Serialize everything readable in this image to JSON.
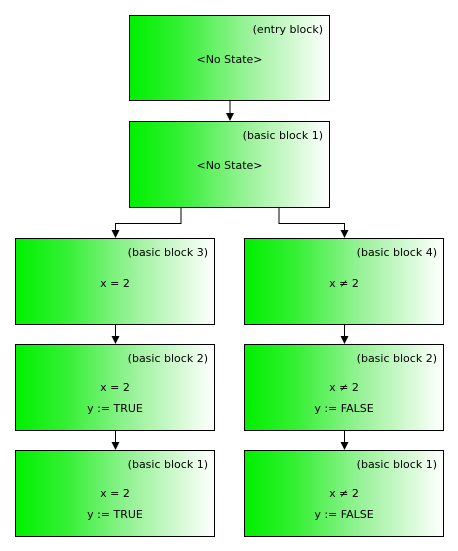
{
  "blocks": [
    {
      "id": "entry",
      "title": "(entry block)",
      "lines": [
        "<No State>"
      ]
    },
    {
      "id": "bb1_top",
      "title": "(basic block 1)",
      "lines": [
        "<No State>"
      ]
    },
    {
      "id": "bb3",
      "title": "(basic block 3)",
      "lines": [
        "x = 2"
      ]
    },
    {
      "id": "bb4",
      "title": "(basic block 4)",
      "lines": [
        "x ≠ 2"
      ]
    },
    {
      "id": "bb2_left",
      "title": "(basic block 2)",
      "lines": [
        "x = 2",
        "y := TRUE"
      ]
    },
    {
      "id": "bb2_right",
      "title": "(basic block 2)",
      "lines": [
        "x ≠ 2",
        "y := FALSE"
      ]
    },
    {
      "id": "bb1_left",
      "title": "(basic block 1)",
      "lines": [
        "x = 2",
        "y := TRUE"
      ]
    },
    {
      "id": "bb1_right",
      "title": "(basic block 1)",
      "lines": [
        "x ≠ 2",
        "y := FALSE"
      ]
    }
  ],
  "edges": [
    {
      "from": "entry",
      "to": "bb1_top"
    },
    {
      "from": "bb1_top",
      "to": "bb3"
    },
    {
      "from": "bb1_top",
      "to": "bb4"
    },
    {
      "from": "bb3",
      "to": "bb2_left"
    },
    {
      "from": "bb4",
      "to": "bb2_right"
    },
    {
      "from": "bb2_left",
      "to": "bb1_left"
    },
    {
      "from": "bb2_right",
      "to": "bb1_right"
    }
  ]
}
